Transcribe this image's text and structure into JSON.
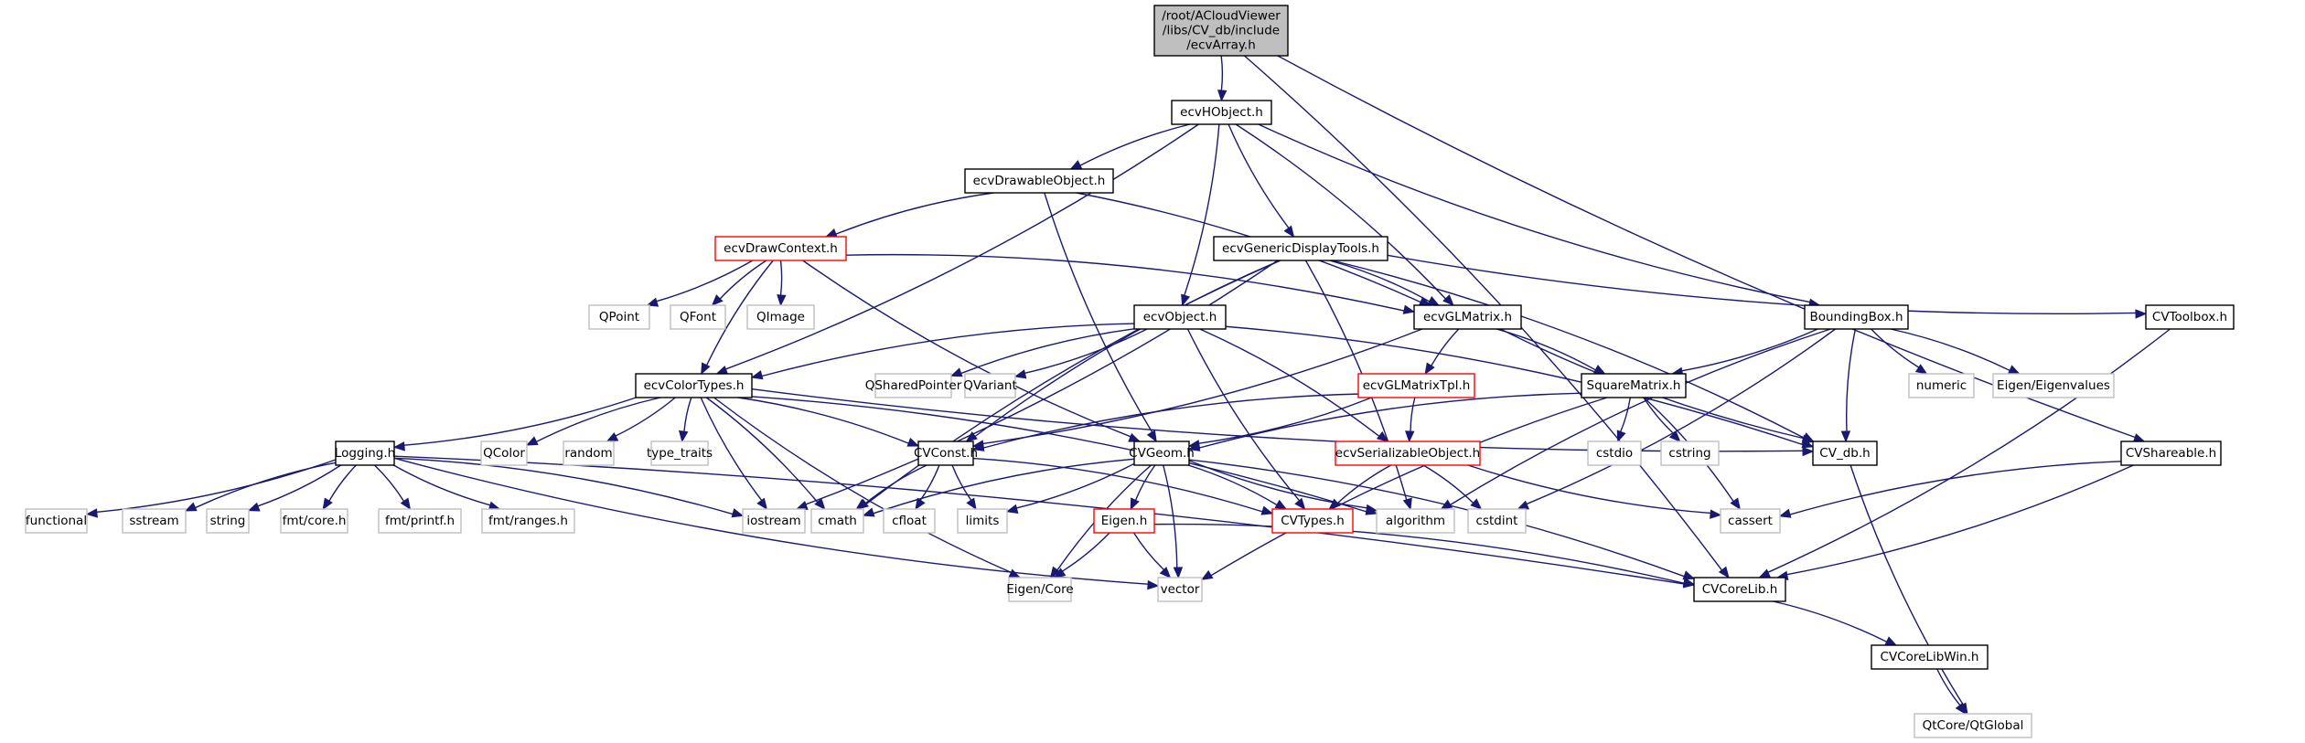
{
  "diagram": {
    "title": "Include dependency graph for ecvArray.h",
    "edge_color": "#191970",
    "style_legend": {
      "root": {
        "fill": "#bfbfbf",
        "border": "#000000"
      },
      "documented": {
        "fill": "#ffffff",
        "border": "#000000"
      },
      "truncated": {
        "fill": "#ffffff",
        "border": "#ff0000"
      },
      "external": {
        "fill": "#ffffff",
        "border": "#bfbfbf"
      }
    },
    "nodes": [
      {
        "id": "root",
        "label": [
          "/root/ACloudViewer",
          "/libs/CV_db/include",
          "/ecvArray.h"
        ],
        "kind": "root"
      },
      {
        "id": "ecvHObject",
        "label": [
          "ecvHObject.h"
        ],
        "kind": "documented"
      },
      {
        "id": "ecvDrawableObject",
        "label": [
          "ecvDrawableObject.h"
        ],
        "kind": "documented"
      },
      {
        "id": "ecvDrawContext",
        "label": [
          "ecvDrawContext.h"
        ],
        "kind": "truncated"
      },
      {
        "id": "ecvGenericDisplayTools",
        "label": [
          "ecvGenericDisplayTools.h"
        ],
        "kind": "documented"
      },
      {
        "id": "ecvObject",
        "label": [
          "ecvObject.h"
        ],
        "kind": "documented"
      },
      {
        "id": "ecvGLMatrix",
        "label": [
          "ecvGLMatrix.h"
        ],
        "kind": "documented"
      },
      {
        "id": "BoundingBox",
        "label": [
          "BoundingBox.h"
        ],
        "kind": "documented"
      },
      {
        "id": "CVToolbox",
        "label": [
          "CVToolbox.h"
        ],
        "kind": "documented"
      },
      {
        "id": "QPoint",
        "label": [
          "QPoint"
        ],
        "kind": "external"
      },
      {
        "id": "QFont",
        "label": [
          "QFont"
        ],
        "kind": "external"
      },
      {
        "id": "QImage",
        "label": [
          "QImage"
        ],
        "kind": "external"
      },
      {
        "id": "QSharedPointer",
        "label": [
          "QSharedPointer"
        ],
        "kind": "external"
      },
      {
        "id": "QVariant",
        "label": [
          "QVariant"
        ],
        "kind": "external"
      },
      {
        "id": "ecvGLMatrixTpl",
        "label": [
          "ecvGLMatrixTpl.h"
        ],
        "kind": "truncated"
      },
      {
        "id": "SquareMatrix",
        "label": [
          "SquareMatrix.h"
        ],
        "kind": "documented"
      },
      {
        "id": "numeric",
        "label": [
          "numeric"
        ],
        "kind": "external"
      },
      {
        "id": "EigenEigenvalues",
        "label": [
          "Eigen/Eigenvalues"
        ],
        "kind": "external"
      },
      {
        "id": "ecvColorTypes",
        "label": [
          "ecvColorTypes.h"
        ],
        "kind": "documented"
      },
      {
        "id": "Logging",
        "label": [
          "Logging.h"
        ],
        "kind": "documented"
      },
      {
        "id": "QColor",
        "label": [
          "QColor"
        ],
        "kind": "external"
      },
      {
        "id": "random",
        "label": [
          "random"
        ],
        "kind": "external"
      },
      {
        "id": "type_traits",
        "label": [
          "type_traits"
        ],
        "kind": "external"
      },
      {
        "id": "CVConst",
        "label": [
          "CVConst.h"
        ],
        "kind": "documented"
      },
      {
        "id": "CVGeom",
        "label": [
          "CVGeom.h"
        ],
        "kind": "documented"
      },
      {
        "id": "ecvSerializableObject",
        "label": [
          "ecvSerializableObject.h"
        ],
        "kind": "truncated"
      },
      {
        "id": "cstdio",
        "label": [
          "cstdio"
        ],
        "kind": "external"
      },
      {
        "id": "cstring",
        "label": [
          "cstring"
        ],
        "kind": "external"
      },
      {
        "id": "CV_db",
        "label": [
          "CV_db.h"
        ],
        "kind": "documented"
      },
      {
        "id": "CVShareable",
        "label": [
          "CVShareable.h"
        ],
        "kind": "documented"
      },
      {
        "id": "functional",
        "label": [
          "functional"
        ],
        "kind": "external"
      },
      {
        "id": "sstream",
        "label": [
          "sstream"
        ],
        "kind": "external"
      },
      {
        "id": "string",
        "label": [
          "string"
        ],
        "kind": "external"
      },
      {
        "id": "fmtcore",
        "label": [
          "fmt/core.h"
        ],
        "kind": "external"
      },
      {
        "id": "fmtprintf",
        "label": [
          "fmt/printf.h"
        ],
        "kind": "external"
      },
      {
        "id": "fmtranges",
        "label": [
          "fmt/ranges.h"
        ],
        "kind": "external"
      },
      {
        "id": "iostream",
        "label": [
          "iostream"
        ],
        "kind": "external"
      },
      {
        "id": "cmath",
        "label": [
          "cmath"
        ],
        "kind": "external"
      },
      {
        "id": "cfloat",
        "label": [
          "cfloat"
        ],
        "kind": "external"
      },
      {
        "id": "limits",
        "label": [
          "limits"
        ],
        "kind": "external"
      },
      {
        "id": "Eigen",
        "label": [
          "Eigen.h"
        ],
        "kind": "truncated"
      },
      {
        "id": "CVTypes",
        "label": [
          "CVTypes.h"
        ],
        "kind": "truncated"
      },
      {
        "id": "algorithm",
        "label": [
          "algorithm"
        ],
        "kind": "external"
      },
      {
        "id": "cstdint",
        "label": [
          "cstdint"
        ],
        "kind": "external"
      },
      {
        "id": "cassert",
        "label": [
          "cassert"
        ],
        "kind": "external"
      },
      {
        "id": "EigenCore",
        "label": [
          "Eigen/Core"
        ],
        "kind": "external"
      },
      {
        "id": "vector",
        "label": [
          "vector"
        ],
        "kind": "external"
      },
      {
        "id": "CVCoreLib",
        "label": [
          "CVCoreLib.h"
        ],
        "kind": "documented"
      },
      {
        "id": "CVCoreLibWin",
        "label": [
          "CVCoreLibWin.h"
        ],
        "kind": "documented"
      },
      {
        "id": "QtGlobal",
        "label": [
          "QtCore/QtGlobal"
        ],
        "kind": "external"
      }
    ],
    "edges": [
      [
        "root",
        "ecvHObject"
      ],
      [
        "root",
        "CVShareable"
      ],
      [
        "root",
        "CVCoreLib"
      ],
      [
        "ecvHObject",
        "ecvDrawableObject"
      ],
      [
        "ecvHObject",
        "ecvObject"
      ],
      [
        "ecvHObject",
        "ecvGenericDisplayTools"
      ],
      [
        "ecvHObject",
        "ecvGLMatrix"
      ],
      [
        "ecvHObject",
        "BoundingBox"
      ],
      [
        "ecvHObject",
        "ecvColorTypes"
      ],
      [
        "ecvDrawableObject",
        "ecvDrawContext"
      ],
      [
        "ecvDrawableObject",
        "ecvGLMatrix"
      ],
      [
        "ecvDrawableObject",
        "CVGeom"
      ],
      [
        "ecvDrawContext",
        "QPoint"
      ],
      [
        "ecvDrawContext",
        "QFont"
      ],
      [
        "ecvDrawContext",
        "QImage"
      ],
      [
        "ecvDrawContext",
        "ecvColorTypes"
      ],
      [
        "ecvDrawContext",
        "ecvGLMatrix"
      ],
      [
        "ecvDrawContext",
        "CVGeom"
      ],
      [
        "ecvGenericDisplayTools",
        "ecvGLMatrix"
      ],
      [
        "ecvGenericDisplayTools",
        "CVToolbox"
      ],
      [
        "ecvGenericDisplayTools",
        "CV_db"
      ],
      [
        "ecvGenericDisplayTools",
        "CVConst"
      ],
      [
        "ecvGenericDisplayTools",
        "iostream"
      ],
      [
        "ecvGenericDisplayTools",
        "cmath"
      ],
      [
        "ecvGenericDisplayTools",
        "algorithm"
      ],
      [
        "ecvObject",
        "QSharedPointer"
      ],
      [
        "ecvObject",
        "QVariant"
      ],
      [
        "ecvObject",
        "ecvColorTypes"
      ],
      [
        "ecvObject",
        "ecvSerializableObject"
      ],
      [
        "ecvObject",
        "CVTypes"
      ],
      [
        "ecvObject",
        "CV_db"
      ],
      [
        "ecvGLMatrix",
        "ecvGLMatrixTpl"
      ],
      [
        "ecvGLMatrix",
        "SquareMatrix"
      ],
      [
        "ecvGLMatrix",
        "CV_db"
      ],
      [
        "ecvGLMatrix",
        "CVConst"
      ],
      [
        "ecvGLMatrixTpl",
        "ecvSerializableObject"
      ],
      [
        "ecvGLMatrixTpl",
        "CVGeom"
      ],
      [
        "ecvGLMatrixTpl",
        "CVConst"
      ],
      [
        "BoundingBox",
        "SquareMatrix"
      ],
      [
        "BoundingBox",
        "numeric"
      ],
      [
        "BoundingBox",
        "EigenEigenvalues"
      ],
      [
        "BoundingBox",
        "CV_db"
      ],
      [
        "BoundingBox",
        "cstdint"
      ],
      [
        "BoundingBox",
        "algorithm"
      ],
      [
        "CVToolbox",
        "CVCoreLib"
      ],
      [
        "SquareMatrix",
        "CVGeom"
      ],
      [
        "SquareMatrix",
        "cstdio"
      ],
      [
        "SquareMatrix",
        "cstring"
      ],
      [
        "SquareMatrix",
        "cassert"
      ],
      [
        "SquareMatrix",
        "vector"
      ],
      [
        "ecvColorTypes",
        "Logging"
      ],
      [
        "ecvColorTypes",
        "QColor"
      ],
      [
        "ecvColorTypes",
        "random"
      ],
      [
        "ecvColorTypes",
        "type_traits"
      ],
      [
        "ecvColorTypes",
        "CVConst"
      ],
      [
        "ecvColorTypes",
        "iostream"
      ],
      [
        "ecvColorTypes",
        "cmath"
      ],
      [
        "ecvColorTypes",
        "CV_db"
      ],
      [
        "ecvColorTypes",
        "algorithm"
      ],
      [
        "ecvColorTypes",
        "EigenCore"
      ],
      [
        "Logging",
        "functional"
      ],
      [
        "Logging",
        "sstream"
      ],
      [
        "Logging",
        "string"
      ],
      [
        "Logging",
        "fmtcore"
      ],
      [
        "Logging",
        "fmtprintf"
      ],
      [
        "Logging",
        "fmtranges"
      ],
      [
        "Logging",
        "iostream"
      ],
      [
        "Logging",
        "vector"
      ],
      [
        "Logging",
        "CVCoreLib"
      ],
      [
        "CVConst",
        "cmath"
      ],
      [
        "CVConst",
        "cfloat"
      ],
      [
        "CVConst",
        "limits"
      ],
      [
        "CVConst",
        "CVTypes"
      ],
      [
        "CVGeom",
        "Eigen"
      ],
      [
        "CVGeom",
        "CVTypes"
      ],
      [
        "CVGeom",
        "cmath"
      ],
      [
        "CVGeom",
        "limits"
      ],
      [
        "CVGeom",
        "algorithm"
      ],
      [
        "CVGeom",
        "vector"
      ],
      [
        "CVGeom",
        "EigenCore"
      ],
      [
        "CVGeom",
        "CVCoreLib"
      ],
      [
        "ecvSerializableObject",
        "CVTypes"
      ],
      [
        "ecvSerializableObject",
        "cstdint"
      ],
      [
        "ecvSerializableObject",
        "cassert"
      ],
      [
        "Eigen",
        "EigenCore"
      ],
      [
        "Eigen",
        "vector"
      ],
      [
        "Eigen",
        "CVCoreLib"
      ],
      [
        "CV_db",
        "QtGlobal"
      ],
      [
        "CVShareable",
        "CVCoreLib"
      ],
      [
        "CVShareable",
        "cassert"
      ],
      [
        "CVCoreLib",
        "CVCoreLibWin"
      ],
      [
        "CVCoreLibWin",
        "QtGlobal"
      ]
    ]
  }
}
